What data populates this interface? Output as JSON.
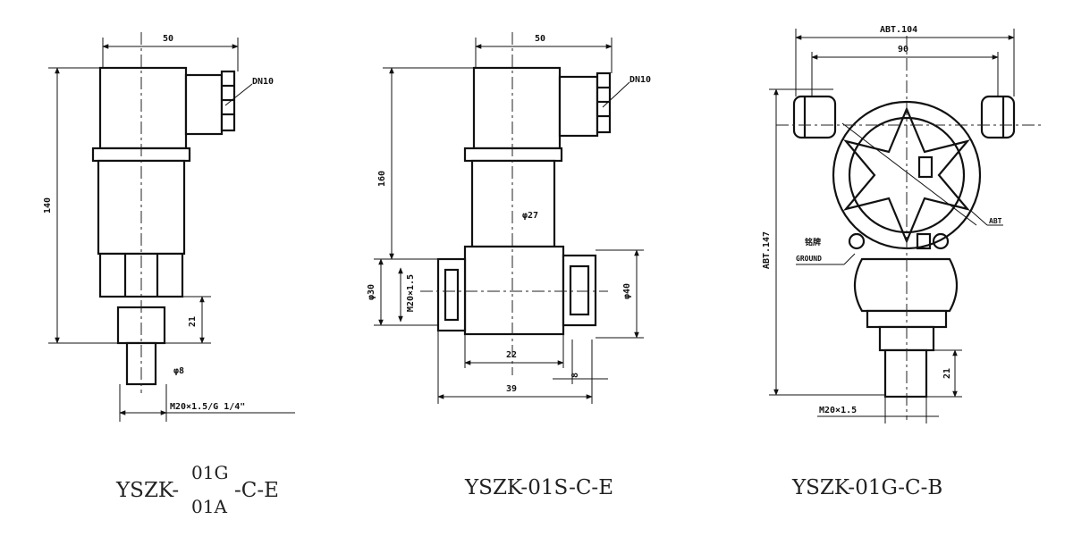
{
  "drawings": [
    {
      "dims": {
        "width": "50",
        "cable": "DN10",
        "height": "140",
        "fitting": "21",
        "diameter": "φ8",
        "thread": "M20×1.5/G 1/4\""
      },
      "caption": {
        "prefix": "YSZK-",
        "upper": "01G",
        "lower": "01A",
        "suffix": "-C-E"
      }
    },
    {
      "dims": {
        "width": "50",
        "cable": "DN10",
        "height": "160",
        "body_diameter": "φ27",
        "block_left": "φ30",
        "port_thread": "M20×1.5",
        "block_right": "φ40",
        "center_dist": "22",
        "small": "8",
        "total": "39"
      },
      "caption": {
        "text": "YSZK-01S-C-E"
      }
    },
    {
      "dims": {
        "overall": "ABT.104",
        "width": "90",
        "height": "ABT.147",
        "note": "ABT",
        "label_a": "铭牌",
        "label_b": "GROUND",
        "fitting": "21",
        "thread": "M20×1.5"
      },
      "caption": {
        "text": "YSZK-01G-C-B"
      }
    }
  ]
}
